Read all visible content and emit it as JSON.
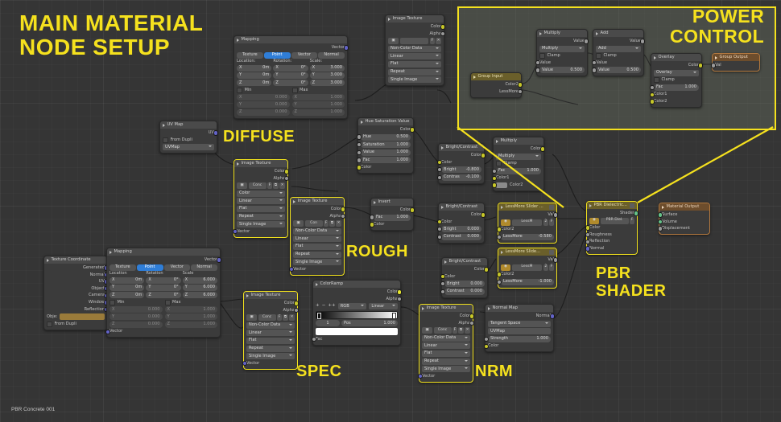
{
  "app": {
    "editor": "Blender Node Editor",
    "material_label": "PBR Concrete 001"
  },
  "annotations": {
    "title": "MAIN MATERIAL\nNODE SETUP",
    "power_control": "POWER\nCONTROL",
    "diffuse": "DIFFUSE",
    "rough": "ROUGH",
    "spec": "SPEC",
    "nrm": "NRM",
    "pbr_shader": "PBR\nSHADER",
    "accent_color": "#f5e11e"
  },
  "nodes": {
    "mapping_top": {
      "title": "Mapping",
      "output": "Vector",
      "tabs": [
        "Texture",
        "Point",
        "Vector",
        "Normal"
      ],
      "active_tab": "Point",
      "groups": [
        "Location:",
        "Rotation:",
        "Scale:"
      ],
      "location": {
        "x": "0m",
        "y": "0m",
        "z": "0m"
      },
      "rotation": {
        "x": "0°",
        "y": "0°",
        "z": "0°"
      },
      "scale": {
        "x": "3.000",
        "y": "3.000",
        "z": "3.000"
      },
      "min_label": "Min",
      "max_label": "Max",
      "min": {
        "x": "0.000",
        "y": "0.000",
        "z": "0.000"
      },
      "max": {
        "x": "1.000",
        "y": "1.000",
        "z": "1.000"
      },
      "axis": {
        "x": "X",
        "y": "Y",
        "z": "Z"
      },
      "input": "Vector"
    },
    "mapping_bottom": {
      "title": "Mapping",
      "output": "Vector",
      "tabs": [
        "Texture",
        "Point",
        "Vector",
        "Normal"
      ],
      "active_tab": "Point",
      "groups": [
        "Location",
        "Rotation",
        "Scale"
      ],
      "location": {
        "x": "0m",
        "y": "0m",
        "z": "0m"
      },
      "rotation": {
        "x": "0°",
        "y": "0°",
        "z": "0°"
      },
      "scale": {
        "x": "6.000",
        "y": "6.000",
        "z": "6.000"
      },
      "min_label": "Min",
      "max_label": "Max",
      "min": {
        "x": "0.000",
        "y": "0.000",
        "z": "0.000"
      },
      "max": {
        "x": "1.000",
        "y": "1.000",
        "z": "1.000"
      },
      "axis": {
        "x": "X",
        "y": "Y",
        "z": "Z"
      },
      "input": "Vector"
    },
    "uv_map": {
      "title": "UV Map",
      "output": "UV",
      "from_dupli": "From Dupli",
      "uv_layer": "UVMap"
    },
    "texture_coordinate": {
      "title": "Texture Coordinate",
      "outputs": [
        "Generated",
        "Normal",
        "UV",
        "Object",
        "Camera",
        "Window",
        "Reflection"
      ],
      "object_label": "Obje:",
      "from_dupli": "From Dupli"
    },
    "image_texture_diffuse": {
      "title": "Image Texture",
      "outputs": [
        "Color",
        "Alpha"
      ],
      "image_name": "Conc",
      "colorspace": "Color",
      "interpolation": "Linear",
      "projection": "Flat",
      "extension": "Repeat",
      "source": "Single Image",
      "input": "Vector"
    },
    "image_texture_rough": {
      "title": "Image Texture",
      "outputs": [
        "Color",
        "Alpha"
      ],
      "image_name": "Con",
      "colorspace": "Non-Color Data",
      "interpolation": "Linear",
      "projection": "Flat",
      "extension": "Repeat",
      "source": "Single Image",
      "input": "Vector"
    },
    "image_texture_spec": {
      "title": "Image Texture",
      "outputs": [
        "Color",
        "Alpha"
      ],
      "image_name": "Conc",
      "colorspace": "Non-Color Data",
      "interpolation": "Linear",
      "projection": "Flat",
      "extension": "Repeat",
      "source": "Single Image",
      "input": "Vector"
    },
    "image_texture_nrm": {
      "title": "Image Texture",
      "outputs": [
        "Color",
        "Alpha"
      ],
      "image_name": "Conc",
      "colorspace": "Non-Color Data",
      "interpolation": "Linear",
      "projection": "Flat",
      "extension": "Repeat",
      "source": "Single Image",
      "input": "Vector"
    },
    "image_texture_inset": {
      "title": "Image Texture",
      "outputs": [
        "Color",
        "Alpha"
      ],
      "colorspace": "Non-Color Data",
      "interpolation": "Linear",
      "projection": "Flat",
      "extension": "Repeat",
      "source": "Single Image"
    },
    "hsv": {
      "title": "Hue Saturation Value",
      "output": "Color",
      "hue": {
        "label": "Hue",
        "value": "0.500"
      },
      "saturation": {
        "label": "Saturation",
        "value": "1.000"
      },
      "value": {
        "label": "Value",
        "value": "1.000"
      },
      "fac": {
        "label": "Fac",
        "value": "1.000"
      },
      "input": "Color"
    },
    "bright_contrast_1": {
      "title": "Bright/Contrast",
      "output": "Color",
      "input": "Color",
      "bright": {
        "label": "Bright",
        "value": "-0.800"
      },
      "contrast": {
        "label": "Contras",
        "value": "-0.100"
      }
    },
    "bright_contrast_2": {
      "title": "Bright/Contrast",
      "output": "Color",
      "input": "Color",
      "bright": {
        "label": "Bright",
        "value": "0.000"
      },
      "contrast": {
        "label": "Contrast",
        "value": "0.000"
      }
    },
    "bright_contrast_3": {
      "title": "Bright/Contrast",
      "output": "Color",
      "input": "Color",
      "bright": {
        "label": "Bright",
        "value": "0.000"
      },
      "contrast": {
        "label": "Contrast",
        "value": "0.000"
      }
    },
    "invert": {
      "title": "Invert",
      "output": "Color",
      "fac": {
        "label": "Fac",
        "value": "1.000"
      },
      "input": "Color"
    },
    "multiply_mix": {
      "title": "Multiply",
      "output": "Color",
      "blend_mode": "Multiply",
      "clamp": "Clamp",
      "fac": {
        "label": "Fac",
        "value": "1.000"
      },
      "color1": "Color1",
      "color2": "Color2"
    },
    "color_ramp": {
      "title": "ColorRamp",
      "outputs": [
        "Color",
        "Alpha"
      ],
      "buttons": [
        "+",
        "−",
        "++"
      ],
      "color_mode": "RGB",
      "interpolation": "Linear",
      "index": "1",
      "pos": {
        "label": "Pos",
        "value": "1.000"
      },
      "input": "Fac"
    },
    "normal_map": {
      "title": "Normal Map",
      "output": "Normal",
      "space": "Tangent Space",
      "uv_map": "UVMap",
      "strength": {
        "label": "Strength",
        "value": "1.000"
      },
      "input": "Color"
    },
    "lessmore_slider_1": {
      "title": "LessMore Slider ...",
      "output": "Val",
      "group_name": "LessM",
      "badges": [
        "2",
        "F"
      ],
      "color2": "Color2",
      "lessmore": {
        "label": "LessMore",
        "value": "-0.580"
      }
    },
    "lessmore_slider_2": {
      "title": "LessMore Slide...",
      "output": "Val",
      "group_name": "LessM",
      "badges": [
        "2",
        "F"
      ],
      "color2": "Color2",
      "lessmore": {
        "label": "LessMore",
        "value": "-1.000"
      }
    },
    "pbr_dielectric": {
      "title": "PBR Dielectric...",
      "output": "Shader",
      "group_name": "PBR Diel.",
      "badge": "F",
      "inputs": [
        "Color",
        "Roughness",
        "Reflection",
        "Normal"
      ]
    },
    "material_output": {
      "title": "Material Output",
      "inputs": [
        "Surface",
        "Volume",
        "Displacement"
      ]
    }
  },
  "power_control_group": {
    "group_input": {
      "title": "Group Input",
      "outputs": [
        "Color2",
        "LessMore"
      ]
    },
    "multiply": {
      "title": "Multiply",
      "output": "Value",
      "operation": "Multiply",
      "clamp": "Clamp",
      "value_label": "Value",
      "value_a": {
        "label": "Value",
        "value": "0.500"
      }
    },
    "add": {
      "title": "Add",
      "output": "Value",
      "operation": "Add",
      "clamp": "Clamp",
      "value_label": "Value",
      "value_a": {
        "label": "Value",
        "value": "0.500"
      }
    },
    "overlay": {
      "title": "Overlay",
      "output": "Color",
      "blend_mode": "Overlay",
      "clamp": "Clamp",
      "fac": {
        "label": "Fac",
        "value": "1.000"
      },
      "color1": "Color1",
      "color2": "Color2"
    },
    "group_output": {
      "title": "Group Output",
      "input": "Val"
    }
  }
}
